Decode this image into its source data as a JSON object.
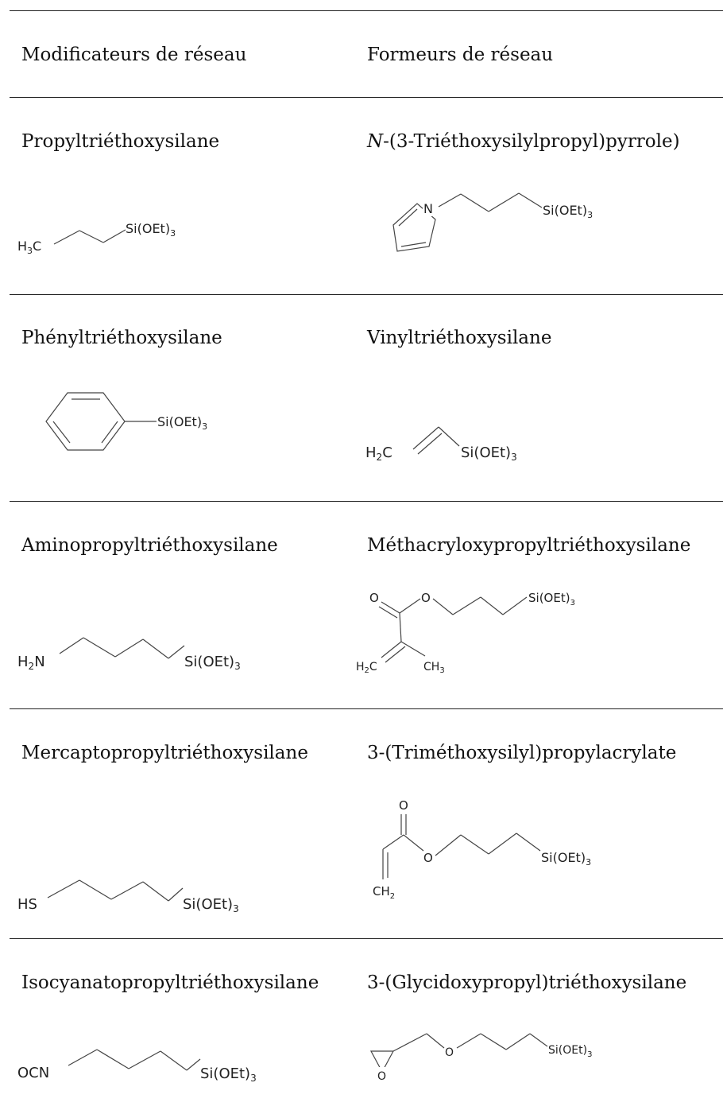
{
  "header": {
    "col_modifiers": "Modificateurs de réseau",
    "col_formers": "Formeurs de réseau"
  },
  "rows": [
    {
      "modifier": {
        "name": "Propyltriéthoxysilane",
        "formula": {
          "h3c": "H",
          "h3c_sub": "3",
          "h3c_c": "C",
          "si": "Si(OEt)",
          "si_sub": "3"
        }
      },
      "former": {
        "name_italic": "N",
        "name_rest": "-(3-Triéthoxysilylpropyl)pyrrole)",
        "formula": {
          "n": "N",
          "si": "Si(OEt)",
          "si_sub": "3"
        }
      }
    },
    {
      "modifier": {
        "name": "Phényltriéthoxysilane",
        "formula": {
          "si": "Si(OEt)",
          "si_sub": "3"
        }
      },
      "former": {
        "name": "Vinyltriéthoxysilane",
        "formula": {
          "h2c": "H",
          "h2c_sub": "2",
          "h2c_c": "C",
          "si": "Si(OEt)",
          "si_sub": "3"
        }
      }
    },
    {
      "modifier": {
        "name": "Aminopropyltriéthoxysilane",
        "formula": {
          "h2n": "H",
          "h2n_sub": "2",
          "h2n_n": "N",
          "si": "Si(OEt)",
          "si_sub": "3"
        }
      },
      "former": {
        "name": "Méthacryloxypropyltriéthoxysilane",
        "formula": {
          "o1": "O",
          "o2": "O",
          "si": "Si(OEt)",
          "si_sub": "3",
          "h2c": "H",
          "h2c_sub": "2",
          "h2c_c": "C",
          "ch3": "CH",
          "ch3_sub": "3"
        }
      }
    },
    {
      "modifier": {
        "name": "Mercaptopropyltriéthoxysilane",
        "formula": {
          "hs": "HS",
          "si": "Si(OEt)",
          "si_sub": "3"
        }
      },
      "former": {
        "name": "3-(Triméthoxysilyl)propylacrylate",
        "formula": {
          "o1": "O",
          "o2": "O",
          "si": "Si(OEt)",
          "si_sub": "3",
          "ch2": "CH",
          "ch2_sub": "2"
        }
      }
    },
    {
      "modifier": {
        "name": "Isocyanatopropyltriéthoxysilane",
        "formula": {
          "ocn": "OCN",
          "si": "Si(OEt)",
          "si_sub": "3"
        }
      },
      "former": {
        "name": "3-(Glycidoxypropyl)triéthoxysilane",
        "formula": {
          "o1": "O",
          "o2": "O",
          "si": "Si(OEt)",
          "si_sub": "3"
        }
      }
    }
  ]
}
